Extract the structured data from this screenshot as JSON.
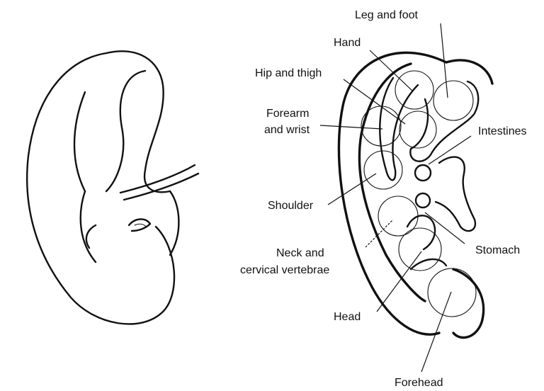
{
  "labels": {
    "leg_and_foot": "Leg and foot",
    "hand": "Hand",
    "hip_and_thigh": "Hip and thigh",
    "forearm_and_wrist_line1": "Forearm",
    "forearm_and_wrist_line2": "and wrist",
    "intestines": "Intestines",
    "shoulder": "Shoulder",
    "stomach": "Stomach",
    "neck_line1": "Neck and",
    "neck_line2": "cervical vertebrae",
    "head": "Head",
    "forehead": "Forehead"
  },
  "colors": {
    "ink": "#111111",
    "background": "#ffffff"
  }
}
